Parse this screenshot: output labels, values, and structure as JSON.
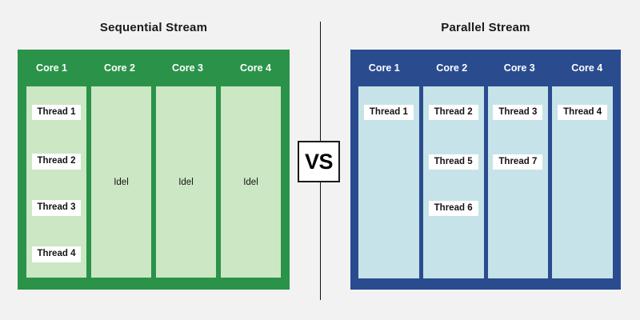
{
  "background_color": "#f2f2f2",
  "center": {
    "vs_label": "VS",
    "divider_color": "#111111"
  },
  "panels": [
    {
      "id": "sequential",
      "title": "Sequential Stream",
      "frame_color": "#2a9349",
      "column_color": "#cbe7c3",
      "header_text_color": "#ffffff",
      "cores": [
        {
          "label": "Core 1",
          "idle": null,
          "slots": [
            "Thread 1",
            "Thread 2",
            "Thread 3",
            "Thread 4"
          ]
        },
        {
          "label": "Core 2",
          "idle": "Idel",
          "slots": []
        },
        {
          "label": "Core 3",
          "idle": "Idel",
          "slots": []
        },
        {
          "label": "Core 4",
          "idle": "Idel",
          "slots": []
        }
      ]
    },
    {
      "id": "parallel",
      "title": "Parallel Stream",
      "frame_color": "#2a4c8f",
      "column_color": "#c6e3ea",
      "header_text_color": "#ffffff",
      "cores": [
        {
          "label": "Core 1",
          "idle": null,
          "slots": [
            "Thread 1",
            "",
            "",
            ""
          ]
        },
        {
          "label": "Core 2",
          "idle": null,
          "slots": [
            "Thread 2",
            "Thread 5",
            "Thread 6",
            ""
          ]
        },
        {
          "label": "Core 3",
          "idle": null,
          "slots": [
            "Thread 3",
            "Thread 7",
            "",
            ""
          ]
        },
        {
          "label": "Core 4",
          "idle": null,
          "slots": [
            "Thread 4",
            "",
            "",
            ""
          ]
        }
      ]
    }
  ]
}
